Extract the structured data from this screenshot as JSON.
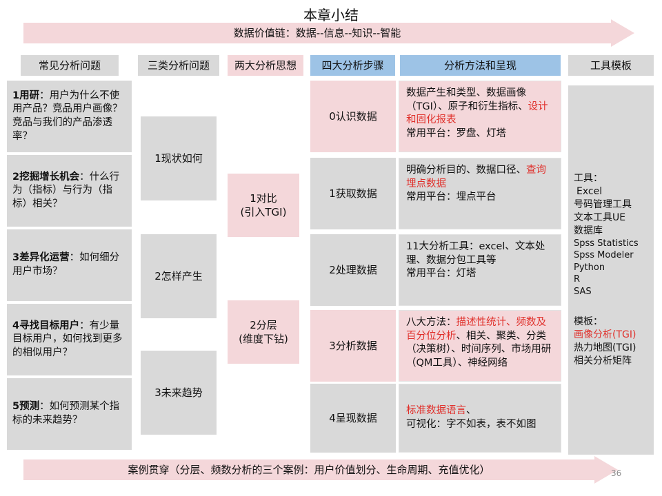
{
  "title": "本章小结",
  "top_arrow": "数据价值链：数据--信息--知识--智能",
  "bottom_arrow": "案例贯穿（分层、频数分析的三个案例：用户价值划分、生命周期、充值优化）",
  "page_number": "36",
  "headers": {
    "questions": "常见分析问题",
    "types": "三类分析问题",
    "thoughts": "两大分析思想",
    "steps": "四大分析步骤",
    "methods": "分析方法和呈现",
    "tools": "工具模板"
  },
  "questions": [
    {
      "bold": "1用研",
      "text": "：用户为什么不使用产品？竞品用户画像？竞品与我们的产品渗透率？"
    },
    {
      "bold": "2挖掘增长机会",
      "text": "：什么行为（指标）与行为（指标）相关？"
    },
    {
      "bold": "3差异化运营",
      "text": "：如何细分用户市场？"
    },
    {
      "bold": "4寻找目标用户",
      "text": "：有少量目标用户，如何找到更多的相似用户？"
    },
    {
      "bold": "5预测",
      "text": "：如何预测某个指标的未来趋势？"
    }
  ],
  "types": [
    "1现状如何",
    "2怎样产生",
    "3未来趋势"
  ],
  "thoughts": [
    {
      "line1": "1对比",
      "line2": "(引入TGI)"
    },
    {
      "line1": "2分层",
      "line2": "(维度下钻)"
    }
  ],
  "steps": [
    "0认识数据",
    "1获取数据",
    "2处理数据",
    "3分析数据",
    "4呈现数据"
  ],
  "methods": [
    {
      "a": "数据产生和类型、数据画像（TGI）、原子和衍生指标、",
      "red": "设计和固化报表",
      "b": "",
      "c": "常用平台：罗盘、灯塔"
    },
    {
      "a": "明确分析目的、数据口径、",
      "red": "查询埋点数据",
      "b": "",
      "c": "常用平台：埋点平台"
    },
    {
      "a": "11大分析工具：excel、文本处理、数据分包工具等",
      "red": "",
      "b": "",
      "c": "常用平台：灯塔"
    },
    {
      "a": "八大方法：",
      "red": "描述性统计、频数及百分位分析",
      "b": "、相关、聚类、分类（决策树）、时间序列、市场用研（QM工具）、神经网络",
      "c": ""
    },
    {
      "a": "",
      "red": "标准数据语言",
      "b": "、",
      "c": "可视化：字不如表，表不如图"
    }
  ],
  "tools": {
    "tools_label": "工具：",
    "tools_items": [
      "Excel",
      "号码管理工具",
      "文本工具UE",
      "数据库",
      "Spss Statistics",
      "Spss Modeler",
      "Python",
      "R",
      "SAS"
    ],
    "templates_label": "模板：",
    "templates_red": "画像分析(TGI)",
    "templates_items": [
      "热力地图(TGI)",
      "相关分析矩阵"
    ]
  },
  "colors": {
    "pink": "#f4d7da",
    "gray": "#d9d9d9",
    "blue": "#9dc3e6",
    "red": "#e0302b"
  }
}
